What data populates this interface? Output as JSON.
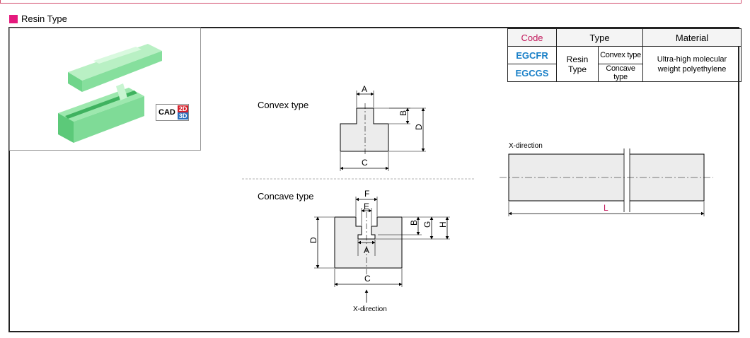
{
  "section": {
    "title": "Resin Type"
  },
  "cad": {
    "label": "CAD",
    "two_d": "2D",
    "three_d": "3D"
  },
  "table": {
    "headers": {
      "code": "Code",
      "type": "Type",
      "material": "Material"
    },
    "rows": [
      {
        "code": "EGCFR",
        "subtype": "Convex type"
      },
      {
        "code": "EGCGS",
        "subtype": "Concave type"
      }
    ],
    "type_group": "Resin Type",
    "material_line1": "Ultra-high molecular",
    "material_line2": "weight polyethylene"
  },
  "convex": {
    "title": "Convex type",
    "dims": {
      "a": "A",
      "b": "B",
      "c": "C",
      "d": "D"
    }
  },
  "concave": {
    "title": "Concave type",
    "dims": {
      "f": "F",
      "e": "E",
      "b": "B",
      "g": "G",
      "h": "H",
      "d": "D",
      "a": "A",
      "c": "C"
    },
    "direction": "X-direction"
  },
  "side_view": {
    "direction": "X-direction",
    "length": "L"
  },
  "colors": {
    "accent": "#e5197d",
    "code_blue": "#1a80c8",
    "code_header": "#c2185b",
    "part_green": "#8fe3a0"
  }
}
